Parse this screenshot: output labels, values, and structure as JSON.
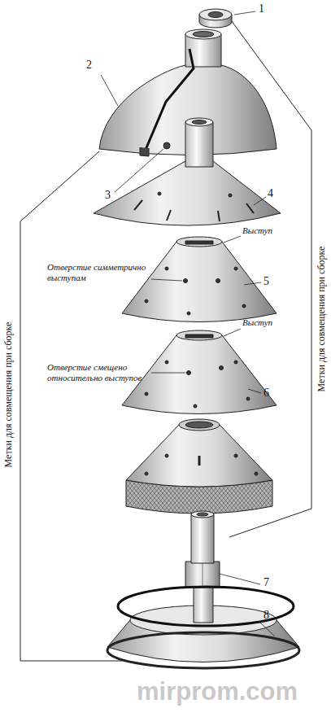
{
  "diagram": {
    "labels": [
      "1",
      "2",
      "3",
      "4",
      "Выступ",
      "5",
      "Отверстие симметрично выступам",
      "Выступ",
      "6",
      "Отверстие смещено относительно выступов",
      "7",
      "8",
      "Метки для совмещения при сборке",
      "Метки для совмещения при сборке",
      "mirprom.com"
    ]
  }
}
